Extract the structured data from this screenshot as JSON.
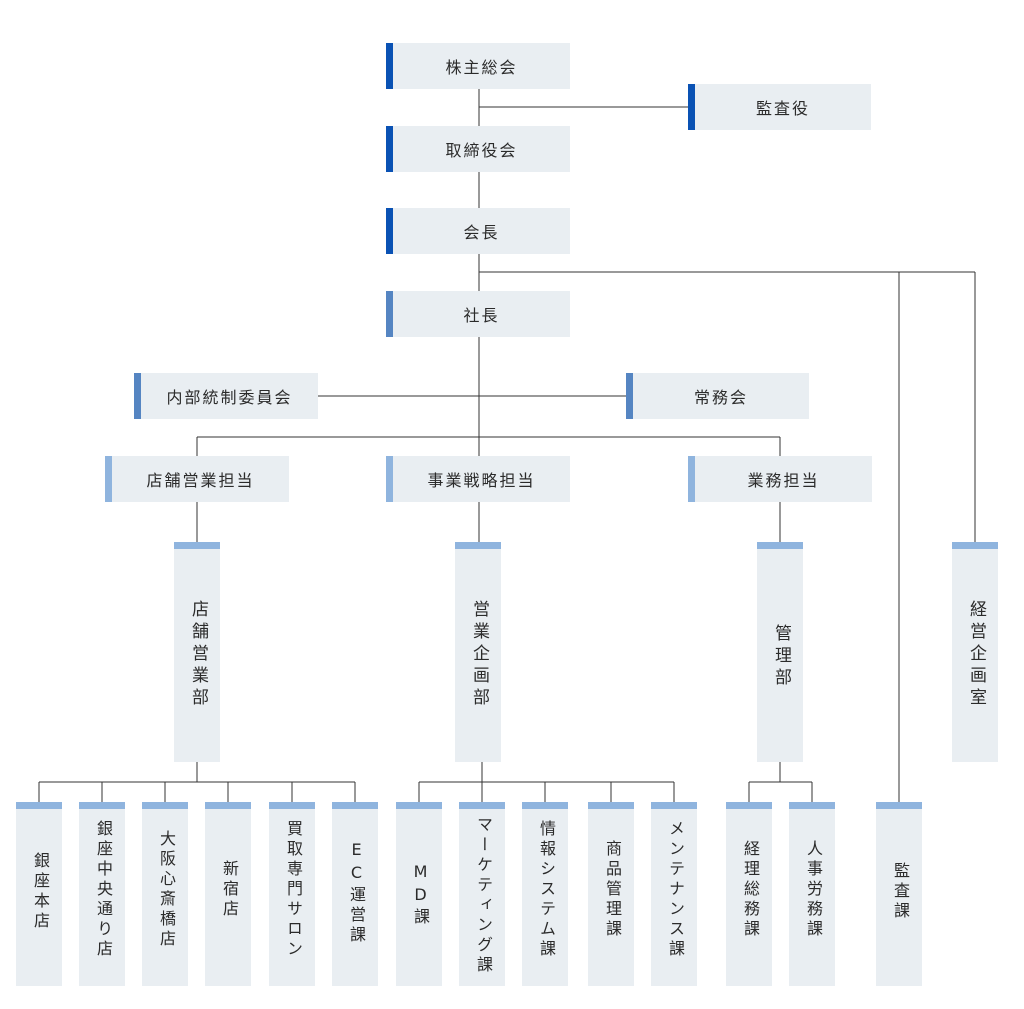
{
  "top_boxes": {
    "shareholders": "株主総会",
    "auditor": "監査役",
    "board": "取締役会",
    "chairman": "会長",
    "president": "社長",
    "internal_control": "内部統制委員会",
    "executive_committee": "常務会"
  },
  "divisions": {
    "store_sales": "店舗営業担当",
    "business_strategy": "事業戦略担当",
    "operations": "業務担当"
  },
  "departments": {
    "store_sales_dept": "店舗営業部",
    "sales_planning_dept": "営業企画部",
    "admin_dept": "管理部",
    "management_planning_office": "経営企画室"
  },
  "sections": {
    "ginza_main": "銀座本店",
    "ginza_chuo": "銀座中央通り店",
    "osaka_shinsaibashi": "大阪心斎橋店",
    "shinjuku": "新宿店",
    "purchase_salon": "買取専門サロン",
    "ec_operations": "EC運営課",
    "md": "MD課",
    "marketing": "マーケティング課",
    "info_systems": "情報システム課",
    "product_management": "商品管理課",
    "maintenance": "メンテナンス課",
    "accounting_general": "経理総務課",
    "hr_labor": "人事労務課",
    "audit": "監査課"
  },
  "colors": {
    "accent_dark": "#0a52b4",
    "accent_mid": "#5585c2",
    "accent_light": "#8fb4de",
    "box_fill": "#e9eef2"
  }
}
